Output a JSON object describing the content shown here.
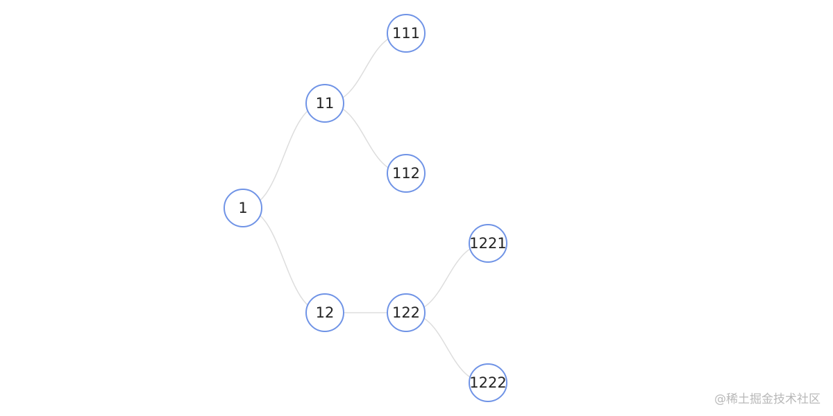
{
  "tree": {
    "nodes": [
      {
        "id": "1",
        "label": "1"
      },
      {
        "id": "11",
        "label": "11"
      },
      {
        "id": "12",
        "label": "12"
      },
      {
        "id": "111",
        "label": "111"
      },
      {
        "id": "112",
        "label": "112"
      },
      {
        "id": "122",
        "label": "122"
      },
      {
        "id": "1221",
        "label": "1221"
      },
      {
        "id": "1222",
        "label": "1222"
      }
    ],
    "edges": [
      {
        "from": "1",
        "to": "11"
      },
      {
        "from": "1",
        "to": "12"
      },
      {
        "from": "11",
        "to": "111"
      },
      {
        "from": "11",
        "to": "112"
      },
      {
        "from": "12",
        "to": "122"
      },
      {
        "from": "122",
        "to": "1221"
      },
      {
        "from": "122",
        "to": "1222"
      }
    ]
  },
  "colors": {
    "node_stroke": "#6f93e6",
    "edge_stroke": "#dddddd",
    "label": "#222222",
    "watermark": "#b8b8b8"
  },
  "watermark": {
    "text": "@稀土掘金技术社区"
  }
}
